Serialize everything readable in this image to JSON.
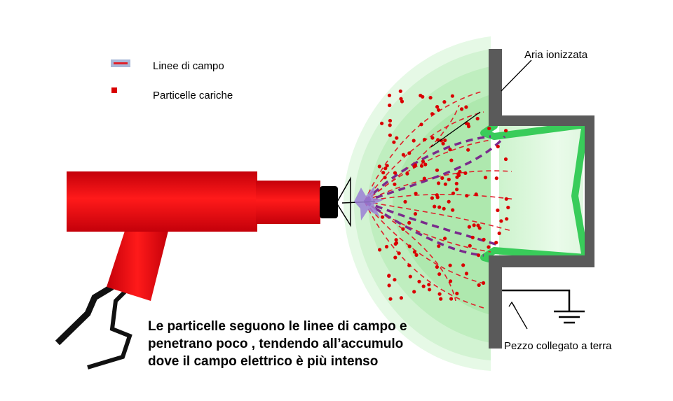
{
  "legend": {
    "field_lines_label": "Linee di campo",
    "charged_particles_label": "Particelle cariche"
  },
  "labels": {
    "ionized_air": "Aria ionizzata",
    "grounded_part": "Pezzo collegato a terra"
  },
  "caption": {
    "line1": "Le particelle seguono le linee di campo e",
    "line2": "penetrano poco , tendendo all’accumulo",
    "line3": "dove il campo elettrico è più intenso"
  },
  "colors": {
    "gun_red": "#e8000b",
    "gun_dark_red": "#b00008",
    "particle_red": "#d90000",
    "field_line_red": "#e0202a",
    "field_line_purple": "#7a2a8c",
    "cloud_light_green": "#d9f5d9",
    "cloud_green": "#9de39d",
    "bright_green": "#39cc5a",
    "metal_gray": "#5a5a5a"
  }
}
